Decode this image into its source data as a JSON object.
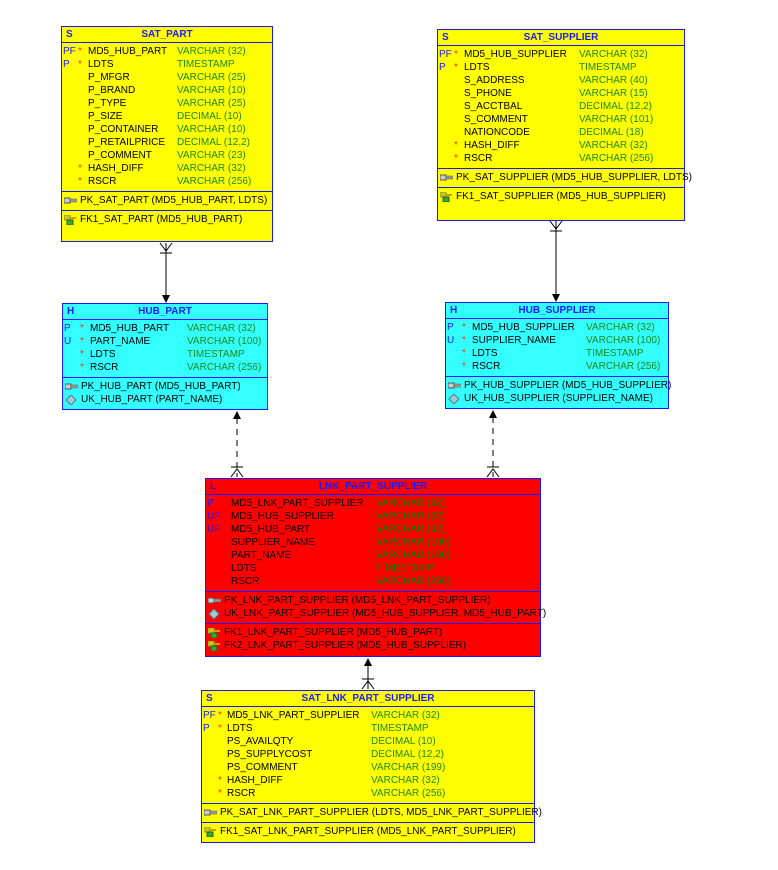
{
  "entities": [
    {
      "id": "sat_part",
      "type": "S",
      "name": "SAT_PART",
      "color": "#ffff00",
      "columns": [
        [
          "PF",
          "*",
          "MD5_HUB_PART",
          "VARCHAR (32)"
        ],
        [
          "P",
          "*",
          "LDTS",
          "TIMESTAMP"
        ],
        [
          "",
          "",
          "P_MFGR",
          "VARCHAR (25)"
        ],
        [
          "",
          "",
          "P_BRAND",
          "VARCHAR (10)"
        ],
        [
          "",
          "",
          "P_TYPE",
          "VARCHAR (25)"
        ],
        [
          "",
          "",
          "P_SIZE",
          "DECIMAL (10)"
        ],
        [
          "",
          "",
          "P_CONTAINER",
          "VARCHAR (10)"
        ],
        [
          "",
          "",
          "P_RETAILPRICE",
          "DECIMAL (12,2)"
        ],
        [
          "",
          "",
          "P_COMMENT",
          "VARCHAR (23)"
        ],
        [
          "",
          "*",
          "HASH_DIFF",
          "VARCHAR (32)"
        ],
        [
          "",
          "*",
          "RSCR",
          "VARCHAR (256)"
        ]
      ],
      "keys": [
        [
          [
            "pk-key-icon",
            "PK_SAT_PART (MD5_HUB_PART, LDTS)"
          ]
        ],
        [
          [
            "fk-key-icon",
            "FK1_SAT_PART (MD5_HUB_PART)"
          ]
        ]
      ]
    },
    {
      "id": "sat_supplier",
      "type": "S",
      "name": "SAT_SUPPLIER",
      "color": "#ffff00",
      "columns": [
        [
          "PF",
          "*",
          "MD5_HUB_SUPPLIER",
          "VARCHAR (32)"
        ],
        [
          "P",
          "*",
          "LDTS",
          "TIMESTAMP"
        ],
        [
          "",
          "",
          "S_ADDRESS",
          "VARCHAR (40)"
        ],
        [
          "",
          "",
          "S_PHONE",
          "VARCHAR (15)"
        ],
        [
          "",
          "",
          "S_ACCTBAL",
          "DECIMAL (12,2)"
        ],
        [
          "",
          "",
          "S_COMMENT",
          "VARCHAR (101)"
        ],
        [
          "",
          "",
          "NATIONCODE",
          "DECIMAL (18)"
        ],
        [
          "",
          "*",
          "HASH_DIFF",
          "VARCHAR (32)"
        ],
        [
          "",
          "*",
          "RSCR",
          "VARCHAR (256)"
        ]
      ],
      "keys": [
        [
          [
            "pk-key-icon",
            "PK_SAT_SUPPLIER (MD5_HUB_SUPPLIER, LDTS)"
          ]
        ],
        [
          [
            "fk-key-icon",
            "FK1_SAT_SUPPLIER (MD5_HUB_SUPPLIER)"
          ]
        ]
      ]
    },
    {
      "id": "hub_part",
      "type": "H",
      "name": "HUB_PART",
      "color": "#33ffff",
      "columns": [
        [
          "P",
          "*",
          "MD5_HUB_PART",
          "VARCHAR (32)"
        ],
        [
          "U",
          "*",
          "PART_NAME",
          "VARCHAR (100)"
        ],
        [
          "",
          "*",
          "LDTS",
          "TIMESTAMP"
        ],
        [
          "",
          "*",
          "RSCR",
          "VARCHAR (256)"
        ]
      ],
      "keys": [
        [
          [
            "pk-key-icon",
            "PK_HUB_PART (MD5_HUB_PART)"
          ],
          [
            "uk-diamond-icon",
            "UK_HUB_PART (PART_NAME)"
          ]
        ]
      ]
    },
    {
      "id": "hub_supplier",
      "type": "H",
      "name": "HUB_SUPPLIER",
      "color": "#33ffff",
      "columns": [
        [
          "P",
          "*",
          "MD5_HUB_SUPPLIER",
          "VARCHAR (32)"
        ],
        [
          "U",
          "*",
          "SUPPLIER_NAME",
          "VARCHAR (100)"
        ],
        [
          "",
          "*",
          "LDTS",
          "TIMESTAMP"
        ],
        [
          "",
          "*",
          "RSCR",
          "VARCHAR (256)"
        ]
      ],
      "keys": [
        [
          [
            "pk-key-icon",
            "PK_HUB_SUPPLIER (MD5_HUB_SUPPLIER)"
          ],
          [
            "uk-diamond-icon",
            "UK_HUB_SUPPLIER (SUPPLIER_NAME)"
          ]
        ]
      ]
    },
    {
      "id": "lnk_part_supplier",
      "type": "L",
      "name": "LNK_PART_SUPPLIER",
      "color": "#ff0000",
      "columns": [
        [
          "P",
          "",
          "MD5_LNK_PART_SUPPLIER",
          "VARCHAR (32)"
        ],
        [
          "UF",
          "",
          "MD5_HUB_SUPPLIER",
          "VARCHAR (32)"
        ],
        [
          "UF",
          "",
          "MD5_HUB_PART",
          "VARCHAR (32)"
        ],
        [
          "",
          "",
          "SUPPLIER_NAME",
          "VARCHAR (100)"
        ],
        [
          "",
          "",
          "PART_NAME",
          "VARCHAR (100)"
        ],
        [
          "",
          "",
          "LDTS",
          "TIMESTAMP"
        ],
        [
          "",
          "",
          "RSCR",
          "VARCHAR (256)"
        ]
      ],
      "keys": [
        [
          [
            "pk-key-icon",
            "PK_LNK_PART_SUPPLIER (MD5_LNK_PART_SUPPLIER)"
          ],
          [
            "uk-diamond-icon",
            "UK_LNK_PART_SUPPLIER (MD5_HUB_SUPPLIER, MD5_HUB_PART)"
          ]
        ],
        [
          [
            "fk-key-icon",
            "FK1_LNK_PART_SUPPLIER (MD5_HUB_PART)"
          ],
          [
            "fk-key-icon",
            "FK2_LNK_PART_SUPPLIER (MD5_HUB_SUPPLIER)"
          ]
        ]
      ]
    },
    {
      "id": "sat_lnk_part_supplier",
      "type": "S",
      "name": "SAT_LNK_PART_SUPPLIER",
      "color": "#ffff00",
      "columns": [
        [
          "PF",
          "*",
          "MD5_LNK_PART_SUPPLIER",
          "VARCHAR (32)"
        ],
        [
          "P",
          "*",
          "LDTS",
          "TIMESTAMP"
        ],
        [
          "",
          "",
          "PS_AVAILQTY",
          "DECIMAL (10)"
        ],
        [
          "",
          "",
          "PS_SUPPLYCOST",
          "DECIMAL (12,2)"
        ],
        [
          "",
          "",
          "PS_COMMENT",
          "VARCHAR (199)"
        ],
        [
          "",
          "*",
          "HASH_DIFF",
          "VARCHAR (32)"
        ],
        [
          "",
          "*",
          "RSCR",
          "VARCHAR (256)"
        ]
      ],
      "keys": [
        [
          [
            "pk-key-icon",
            "PK_SAT_LNK_PART_SUPPLIER (LDTS, MD5_LNK_PART_SUPPLIER)"
          ]
        ],
        [
          [
            "fk-key-icon",
            "FK1_SAT_LNK_PART_SUPPLIER (MD5_LNK_PART_SUPPLIER)"
          ]
        ]
      ]
    }
  ]
}
